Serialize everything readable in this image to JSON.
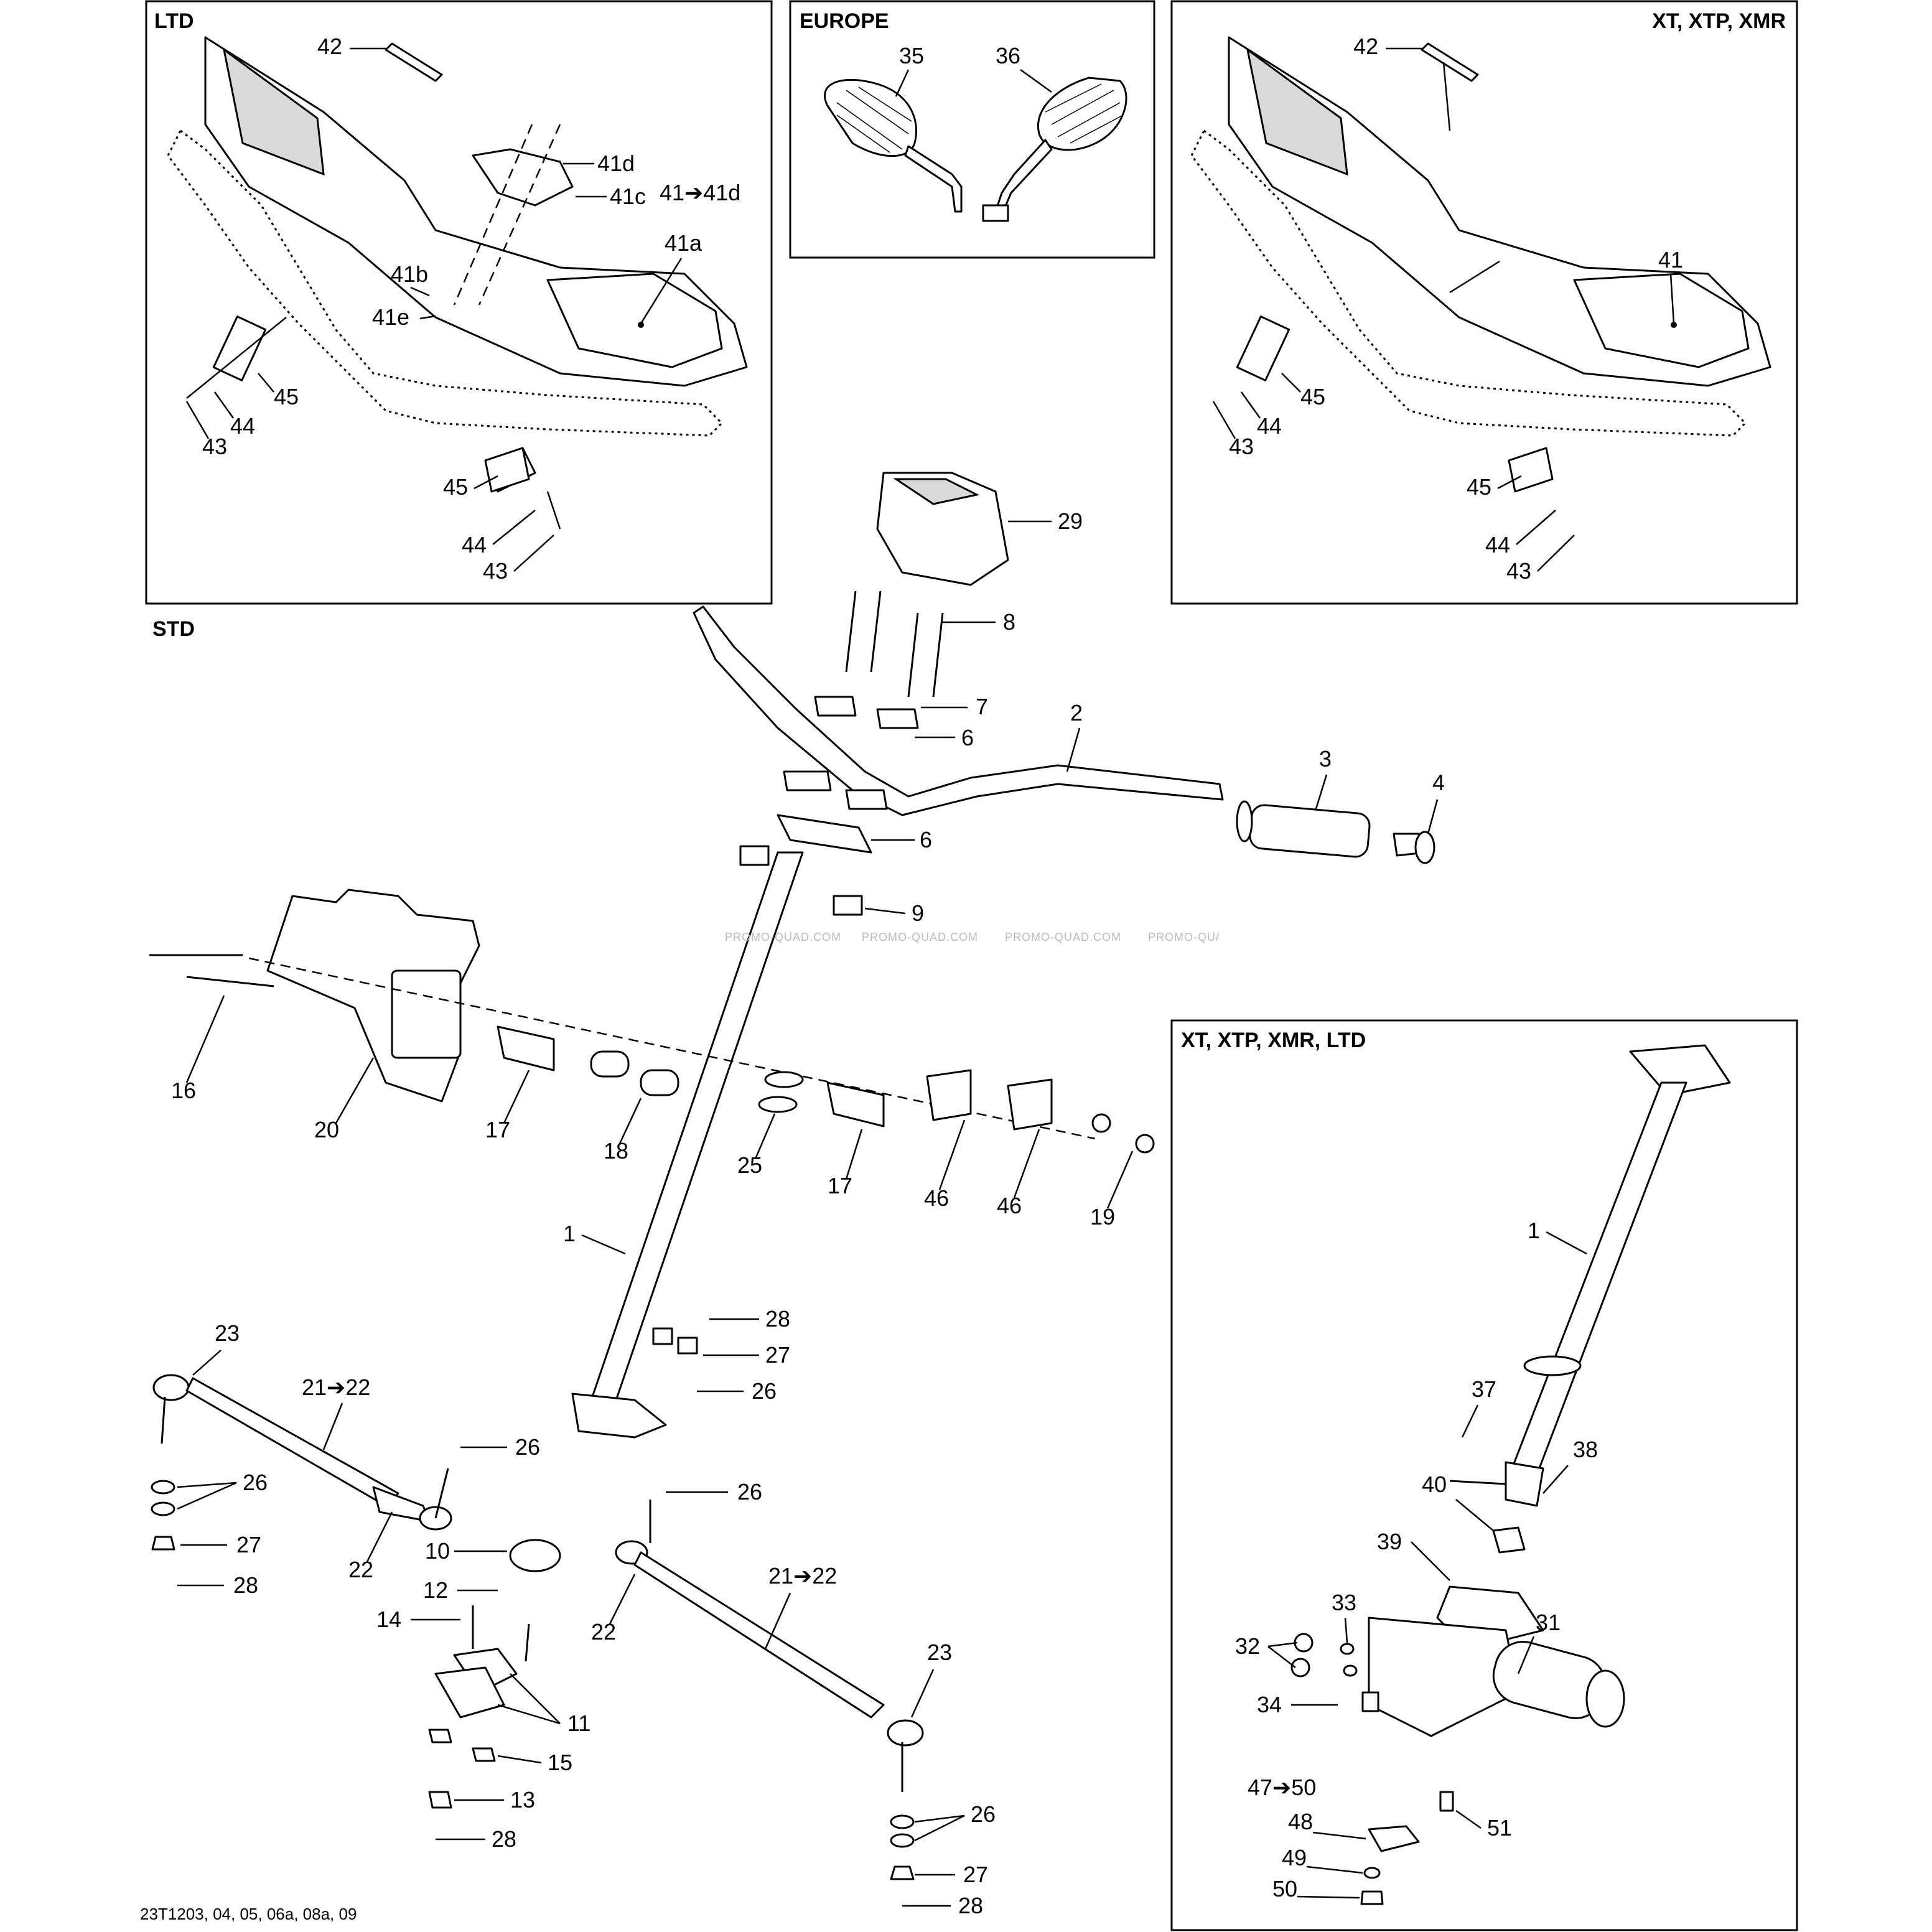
{
  "panels": {
    "ltd": "LTD",
    "europe": "EUROPE",
    "xt_top": "XT, XTP, XMR",
    "std": "STD",
    "xt_ltd": "XT, XTP, XMR, LTD"
  },
  "labels": {
    "l42a": "42",
    "l41d": "41d",
    "l41c": "41c",
    "l41arrow": "41➔41d",
    "l41a": "41a",
    "l41b": "41b",
    "l41e": "41e",
    "l45a": "45",
    "l44a": "44",
    "l43a": "43",
    "l45b": "45",
    "l44b": "44",
    "l43b": "43",
    "l35": "35",
    "l36": "36",
    "l42b": "42",
    "l41": "41",
    "l45c": "45",
    "l44c": "44",
    "l43c": "43",
    "l45d": "45",
    "l44d": "44",
    "l43d": "43",
    "l29": "29",
    "l8": "8",
    "l7": "7",
    "l6a": "6",
    "l6b": "6",
    "l2": "2",
    "l3": "3",
    "l4": "4",
    "l9": "9",
    "l16": "16",
    "l20": "20",
    "l17a": "17",
    "l18": "18",
    "l25": "25",
    "l17b": "17",
    "l46a": "46",
    "l46b": "46",
    "l19": "19",
    "l1a": "1",
    "l28a": "28",
    "l27a": "27",
    "l26a": "26",
    "l23a": "23",
    "l2122a": "21➔22",
    "l26b": "26",
    "l26c": "26",
    "l27b": "27",
    "l28b": "28",
    "l22a": "22",
    "l10": "10",
    "l12": "12",
    "l14": "14",
    "l11": "11",
    "l15": "15",
    "l13": "13",
    "l28c": "28",
    "l26d": "26",
    "l2122b": "21➔22",
    "l22b": "22",
    "l23b": "23",
    "l26e": "26",
    "l27c": "27",
    "l28d": "28",
    "l1b": "1",
    "l37": "37",
    "l38": "38",
    "l40": "40",
    "l39": "39",
    "l33": "33",
    "l32": "32",
    "l31": "31",
    "l34": "34",
    "l4750": "47➔50",
    "l48": "48",
    "l51": "51",
    "l49": "49",
    "l50": "50"
  },
  "watermark": "PROMO-QUAD.COM",
  "watermark_partial": "PROMO-QU/",
  "footer_code": "23T1203, 04, 05, 06a, 08a, 09"
}
